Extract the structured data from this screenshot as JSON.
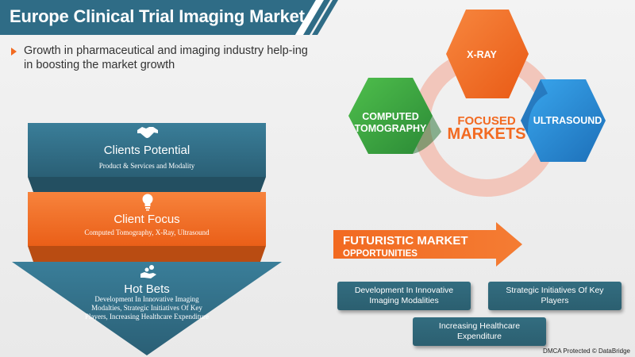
{
  "header": {
    "title": "Europe Clinical Trial Imaging Market",
    "subtitle": "Growth in pharmaceutical and imaging industry help-ing in boosting the market growth"
  },
  "funnel": {
    "tiers": [
      {
        "title": "Clients Potential",
        "subtitle": "Product & Services and Modality",
        "icon": "handshake-icon",
        "color": "#2f6c86"
      },
      {
        "title": "Client Focus",
        "subtitle": "Computed Tomography, X-Ray, Ultrasound",
        "icon": "lightbulb-icon",
        "color": "#f26a21"
      },
      {
        "title": "Hot Bets",
        "subtitle": "Development In Innovative Imaging Modalties, Strategic Initiatives Of Key Players, Increasing Healthcare Expenditure",
        "icon": "hand-coins-icon",
        "color": "#2f6c86"
      }
    ]
  },
  "focused_markets": {
    "center_line1": "FOCUSED",
    "center_line2": "MARKETS",
    "segments": [
      {
        "label": "X-RAY",
        "color": "#f26a21"
      },
      {
        "label": "COMPUTED TOMOGRAPHY",
        "line1": "COMPUTED",
        "line2": "TOMOGRAPHY",
        "color": "#3aa845"
      },
      {
        "label": "ULTRASOUND",
        "color": "#2b8fd6"
      }
    ]
  },
  "futuristic": {
    "title": "FUTURISTIC MARKET",
    "subtitle": "OPPORTUNITIES",
    "opportunities": [
      {
        "line1": "Development In Innovative",
        "line2": "Imaging Modalities"
      },
      {
        "line1": "Strategic Initiatives Of Key",
        "line2": "Players"
      },
      {
        "line1": "Increasing Healthcare",
        "line2": "Expenditure"
      }
    ]
  },
  "footer": {
    "watermark": "DMCA Protected © DataBridge"
  },
  "colors": {
    "teal": "#2f6c86",
    "orange": "#f26a21",
    "green": "#3aa845",
    "blue": "#2b8fd6",
    "ring": "#f2c6bb"
  }
}
